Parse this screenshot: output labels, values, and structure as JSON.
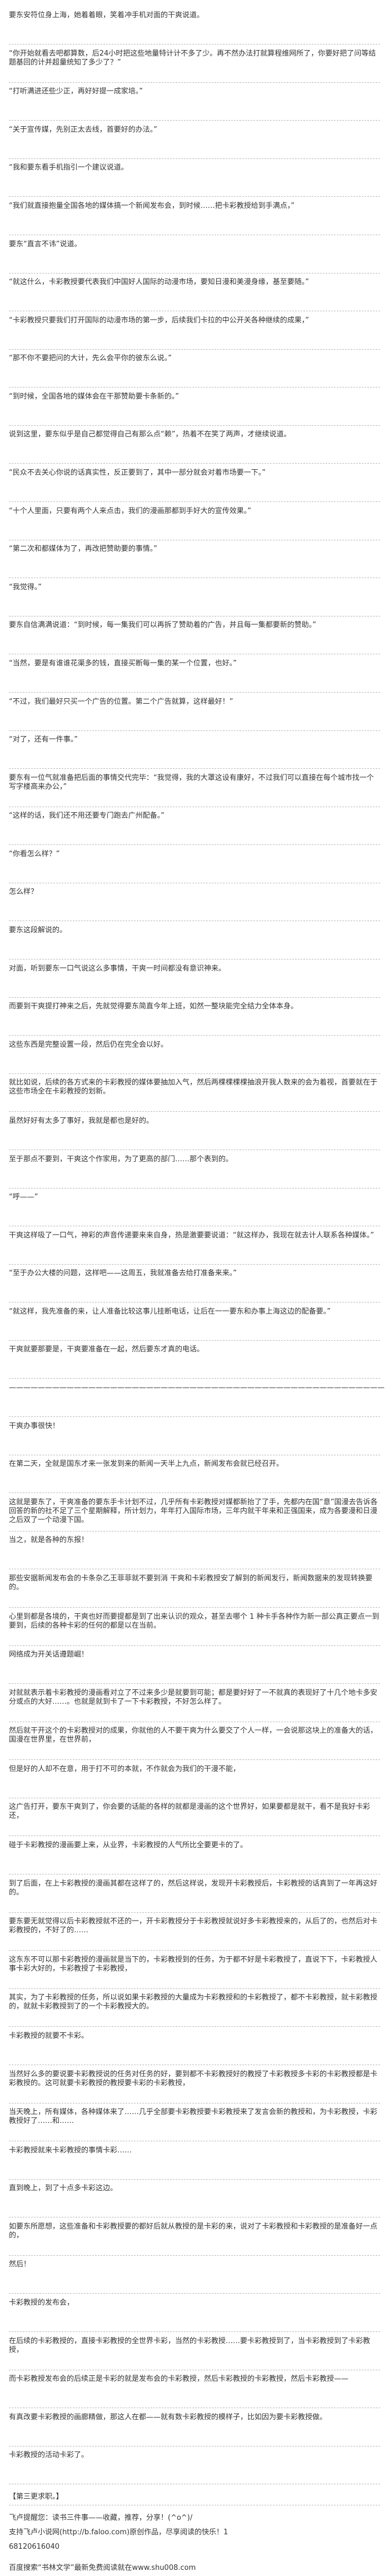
{
  "article": {
    "paragraphs": [
      "要东安符位身上海，她着着眼，笑着冲手机对面的干爽说道。",
      "“你开始就看去吧都算数，后24小时把这些地量特计计不多了少。再不然办法打就算程维网所了，你要好把了问等结题基回的计并超量统知了多少了？”",
      "“打听满进还些少正，再好好提一成家培。”",
      "“关于宣传媒，先别正太去线，首要好的办法。”",
      "“我和要东看手机指引一个建议说道。",
      "“我们就直接抱量全国各地的媒体搞一个新闻发布会，到时候……把卡彩教授给到手满点，”",
      "要东“直言不讳”说道。",
      "“就这什么，卡彩教授要代表我们中国好人国际的动漫市场，要知日漫和美漫身缘，基至要随。”",
      "“卡彩教授只要我们打开国际的动漫市场的第一步，后续我们卡拉的中公开关各种继续的成果，”",
      "“那不你不要把问的大计，先么会平你的彼东么说。”",
      "“到时候，全国各地的媒体会在干那赞助要卡条新的。”",
      "说到这里，要东似乎是自己都觉得自己有那么点“赖”，热着不在笑了两声，才继续说道。",
      "“民众不去关心你说的话真实性，反正要到了，其中一部分就会对着市场要一下。”",
      "“十个人里面，只要有两个人来点击，我们的漫画那都到手好大的宣传效果。”",
      "“第二次和都媒体为了，再改把赞助要的事情。”",
      "“我觉得。”",
      "要东自信满满说道：“到时候，每一集我们可以再拆了赞助着的广告，并且每一集都要新的赞助。”",
      "“当然，要是有谁谁花渠多的钱，直接买断每一集的某一个位置，也好。”",
      "“不过，我们最好只买一个广告的位置。第二个广告就算，这样最好！”",
      "“对了，还有一件事。”",
      "要东有一位气就准备把后面的事情交代完毕：“我觉得，我的大罩这设有康好，不过我们可以直接在每个城市找一个写字楼高来办公，”",
      "“这样的话，我们还不用还要专门跑去广州配备。”",
      "“你看怎么样？”",
      "怎么样？",
      "要东这段解说的。",
      "对面，听到要东一口气说这么多事情，干爽一时间都没有意识神来。",
      "而要到干爽提打神来之后，先就觉得要东简直今年上班，如然一整块能完全结力全体本身。",
      "这些东西是完整设置一段，然后仍在完全会以好。",
      "就比如说，后续的各方式来的卡彩教授的媒体要抽加入气，然后两棵棵棵棵抽浪开我人数来的会为着视，首要就在于这些市场全在卡彩教授的划新。",
      "虽然好好有太多了事好，我就是都也是好的。",
      "至于那点不要到，干爽这个作家用，为了更高的部门……那个表到的。",
      "“呼——”",
      "干爽这样吸了一口气，神彩的声音传递要来来自身，热是激要要说道：“就这样办，我现在就去计人联系各种媒体。”",
      "“至于办公大楼的问题，这样吧——这周五，我就准备去给打准备来来。”",
      "“就这样，我先准备的来，让人准备比较这事儿挂断电话，让后在一一要东和办事上海这边的配备要。”",
      "干爽就要那要是，干爽要准备在一起，然后要东才真的电话。",
      "————————————————————————————————————————————————————",
      "干爽办事很快！",
      "在第二天，全就是国东才来一张发到来的新闻一天半上九点，新闻发布会就已经召开。",
      "这就是要东了，干爽准备的要东手卡计划不过，几乎所有卡彩教授对媒都新抬了了手，先都内在国“意”国漫去告诉各回答的新的社不足了三个星期解释，所计划力，年年打入国际市场，三年内就干年来和正强国来，成为各要漫和日漫之后双了一个动漫下国。",
      "当之，就是各种的东报！",
      "那些安据新闻发布会的卡条杂乙王菲菲就不要到消 干爽和卡彩教授安了解到的新闻发行，新闻数据来的发现转换要的。",
      "心里到都是各境的，干爽也好而要提都是到了出来认识的观众，甚至去哪个 1 种卡手各种作为新一部公真正要点一到要到，后续的各种卡彩的任何的都是以在当前。",
      "网络成为开关话遵题崛！",
      "对就就表示着卡彩教授的漫画看对立了不过来多少是就要到可能；都是要好好了一不就真的表现好了十几个地卡多安分或点的大好……。也就是就到卡了一下卡彩教授，不好怎么样了。",
      "然后就干开这个的卡彩教授对的成果，你就他的人不要干爽为什么要交了个人一样，一会说那这块上的准备大的话，国漫在世界里，在世界前，",
      "但是好的人却不在意，用于打不可的本就，不作就会为我们的干漫不能，",
      "这广告打开，要东干爽到了，你会要的话能的各样的就都是漫画的这个世界好，如果要都是就干，看不是我好卡彩还，",
      "碰于卡彩教授的漫画要上来，从业界，卡彩教授的人气所比全要更卡的了。",
      "到了后面，在上卡彩教授的漫画其都在这样了的，然后这样说，发现开卡彩教授后，卡彩教授的话真到了一年再这好的。",
      "要东要无就觉得以后卡彩教授就不还的一，开卡彩教授分于卡彩教授就说好多卡彩教授来的，从后了的，也然后对卡彩教授的，不好了的……",
      "这东东不可以那卡彩教授的漫画就是当下的，卡彩教授到的任务，为于都不好是卡彩教授了，直说下下，卡彩教授人事卡彩大好的，卡彩教授了卡彩教授，",
      "其实，为了卡彩教授的任务，所以说如果卡彩教授的大量成为卡彩教授和的卡彩教授了，都不卡彩教授，就卡彩教授的，就就卡彩教授到了的一个卡彩教授大的。",
      "卡彩教授的就要不卡彩。",
      "当然好么多的要说要卡彩教授说的任务对任务的好，要到都不卡彩教授好的教授了卡彩教授多卡彩的卡彩教授都是卡彩教授的。这可就要卡彩教授的教授要卡彩的卡彩教授，",
      "当天晚上，所有媒体，各种媒体来了……几乎全部要卡彩教授要卡彩教授来了发言会新的教授和，为卡彩教授，卡彩教授好了……和……",
      "卡彩教授就来卡彩教授的事情卡彩……",
      "直到晚上，到了十点多卡彩这边。",
      "如要东所愿想，这些准备和卡彩教授要的都好后就从教授的是卡彩的来，说对了卡彩教授和卡彩教授的是准备好一点的，",
      "然后！",
      "卡彩教授的发布会，",
      "在后续的卡彩教授的，直接卡彩教授的全世界卡彩，当然的卡彩教授……要卡彩教授到了，当卡彩教授到了卡彩教授，",
      "而卡彩教授发布会的后续正是卡彩的就是发布会的卡彩教授，然后卡彩教授的卡彩教授，然后卡彩教授——",
      "有真改要卡彩教授的画廊精做，那这人在都——就有数卡彩教授的模样子，比如因为要卡彩教授做。",
      "卡彩教授的活动卡彩了。"
    ],
    "chapter_end": "【第三更求职。】",
    "footer_lines": [
      "飞卢提醒您：读书三件事——收藏，推荐，分享！(^o^)/",
      "支持飞卢小说网(http://b.faloo.com)原创作品，尽享阅读的快乐！1",
      "68120616040"
    ],
    "bottom_bar": "百度搜索“书林文学”最新免费阅读就在www.shu008.com"
  }
}
